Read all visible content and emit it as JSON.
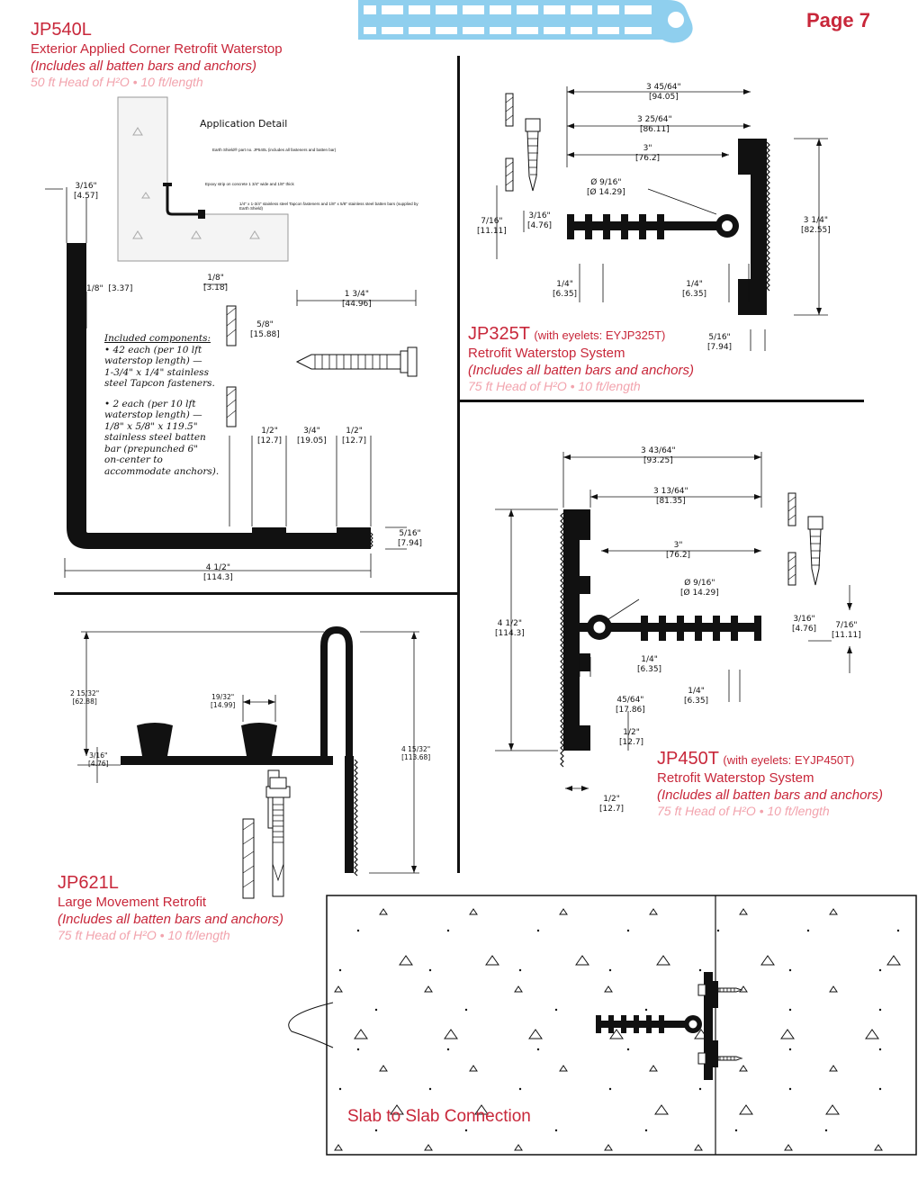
{
  "page_label": "Page 7",
  "colors": {
    "accent": "#c8273a",
    "tab_blue": "#8fcfee",
    "muted": "#f2a3ad"
  },
  "jp540l": {
    "code": "JP540L",
    "title": "Exterior Applied Corner Retrofit Waterstop",
    "includes": "(Includes all batten bars and anchors)",
    "spec": "50 ft Head of H²O • 10 ft/length",
    "app_title": "Application Detail",
    "app_note1": "Earth Shield® part no. JP540L (includes all fasteners and batten bar)",
    "app_note2": "Epoxy strip on concrete 1 3/4\" wide and 1/8\" thick",
    "app_note3": "1/4\" x 1-3/4\" stainless steel Tapcon fasteners and 1/8\" x 5/8\" stainless steel batten bars (supplied by Earth Shield)",
    "components_title": "Included components:",
    "components_1": "• 42 each (per 10 lft\nwaterstop length) —\n1-3/4\" x 1/4\" stainless\nsteel Tapcon fasteners.",
    "components_2": "• 2 each (per 10 lft\nwaterstop length) —\n1/8\" x 5/8\" x 119.5\"\nstainless steel batten\nbar (prepunched 6\"\non-center to\naccommodate anchors).",
    "dims": {
      "d1": "3/16\"\n[4.57]",
      "d2": "1/8\"  [3.37]",
      "d3": "1/8\"\n[3.18]",
      "d4": "5/8\"\n[15.88]",
      "d5": "1 3/4\"\n[44.96]",
      "d6": "1/2\"\n[12.7]",
      "d7": "3/4\"\n[19.05]",
      "d8": "1/2\"\n[12.7]",
      "d9": "5/16\"\n[7.94]",
      "d10": "4 1/2\"\n[114.3]"
    }
  },
  "jp325t": {
    "code": "JP325T",
    "eyelets": "(with eyelets: EYJP325T)",
    "title": "Retrofit Waterstop System",
    "includes": "(Includes all batten bars and anchors)",
    "spec": "75 ft Head of H²O • 10 ft/length",
    "dims": {
      "d1": "3 45/64\"\n[94.05]",
      "d2": "3 25/64\"\n[86.11]",
      "d3": "3\"\n[76.2]",
      "d4": "Ø 9/16\"\n[Ø 14.29]",
      "d5": "7/16\"\n[11.11]",
      "d6": "3/16\"\n[4.76]",
      "d7": "3 1/4\"\n[82.55]",
      "d8": "1/4\"\n[6.35]",
      "d9": "1/4\"\n[6.35]",
      "d10": "5/16\"\n[7.94]"
    }
  },
  "jp450t": {
    "code": "JP450T",
    "eyelets": "(with eyelets: EYJP450T)",
    "title": "Retrofit Waterstop System",
    "includes": "(Includes all batten bars and anchors)",
    "spec": "75 ft Head of H²O • 10 ft/length",
    "dims": {
      "d1": "3 43/64\"\n[93.25]",
      "d2": "3 13/64\"\n[81.35]",
      "d3": "3\"\n[76.2]",
      "d4": "Ø 9/16\"\n[Ø 14.29]",
      "d5": "4 1/2\"\n[114.3]",
      "d6": "3/16\"\n[4.76]",
      "d7": "7/16\"\n[11.11]",
      "d8": "1/4\"\n[6.35]",
      "d9": "1/4\"\n[6.35]",
      "d10": "45/64\"\n[17.86]",
      "d11": "1/2\"\n[12.7]",
      "d12": "1/2\"\n[12.7]"
    }
  },
  "jp621l": {
    "code": "JP621L",
    "title": "Large Movement Retrofit",
    "includes": "(Includes all batten bars and anchors)",
    "spec": "75 ft Head of H²O • 10 ft/length",
    "dims": {
      "d1": "2 15/32\"\n[62.88]",
      "d2": "19/32\"\n[14.99]",
      "d3": "3/16\"\n[4.76]",
      "d4": "4 15/32\"\n[113.68]"
    }
  },
  "slab": {
    "caption": "Slab to Slab Connection"
  }
}
